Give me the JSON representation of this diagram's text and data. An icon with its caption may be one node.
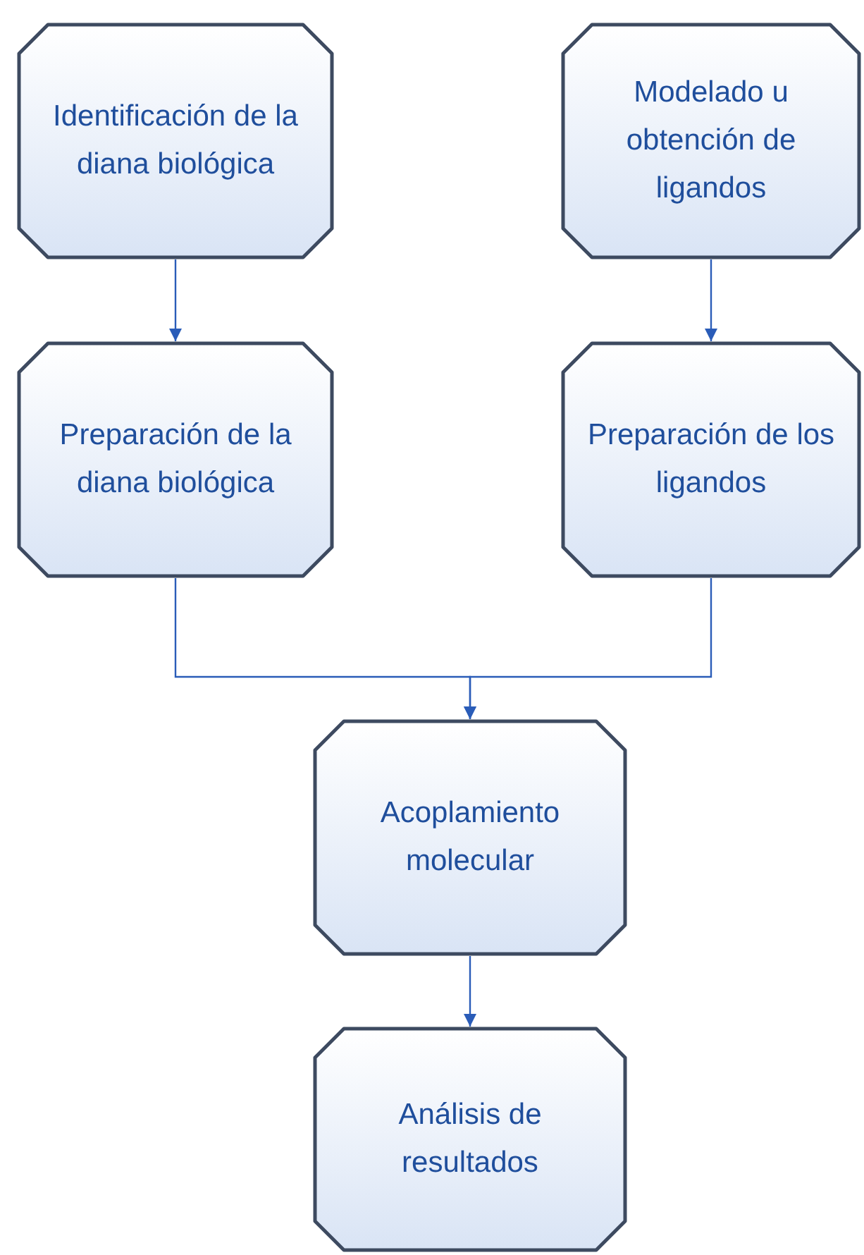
{
  "diagram": {
    "nodes": [
      {
        "text": [
          "Identificación de la diana biológica"
        ]
      },
      {
        "text": [
          "Modelado u obtención de ligandos"
        ]
      },
      {
        "text": [
          "Preparación de la diana biológica"
        ]
      },
      {
        "text": [
          "Preparación de los ligandos"
        ]
      },
      {
        "text": [
          "Acoplamiento molecular"
        ]
      },
      {
        "text": [
          "Análisis de resultados"
        ]
      }
    ],
    "edges": [
      {
        "from": 0,
        "to": 2,
        "arrow": "to"
      },
      {
        "from": 1,
        "to": 3,
        "arrow": "to"
      },
      {
        "from": 2,
        "to": 4,
        "arrow": "to"
      },
      {
        "from": 3,
        "to": 4,
        "arrow": "to"
      },
      {
        "from": 4,
        "to": 5,
        "arrow": "to"
      }
    ]
  }
}
